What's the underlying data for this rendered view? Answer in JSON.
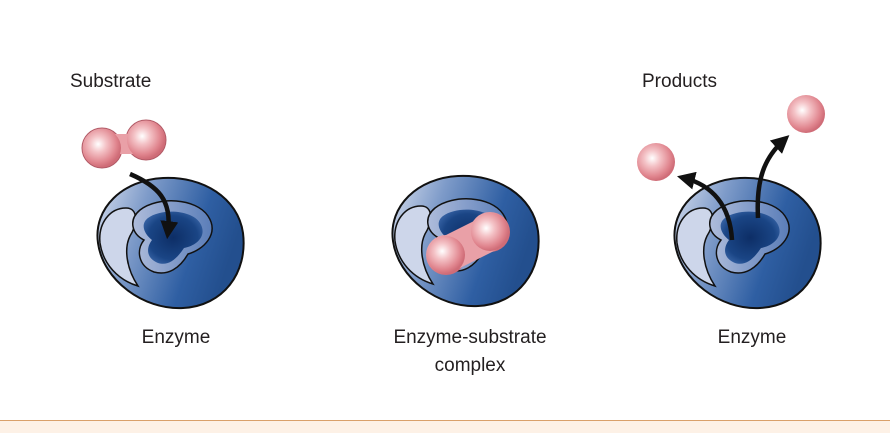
{
  "panels": {
    "left": {
      "top_label": "Substrate",
      "bottom_label": "Enzyme"
    },
    "middle": {
      "bottom_label_line1": "Enzyme-substrate",
      "bottom_label_line2": "complex"
    },
    "right": {
      "top_label": "Products",
      "bottom_label": "Enzyme"
    }
  },
  "colors": {
    "enzyme_dark": "#1f4f91",
    "enzyme_light": "#c9d3e6",
    "substrate": "#e58d95",
    "arrow": "#111111",
    "band": "#fdf1e6"
  }
}
